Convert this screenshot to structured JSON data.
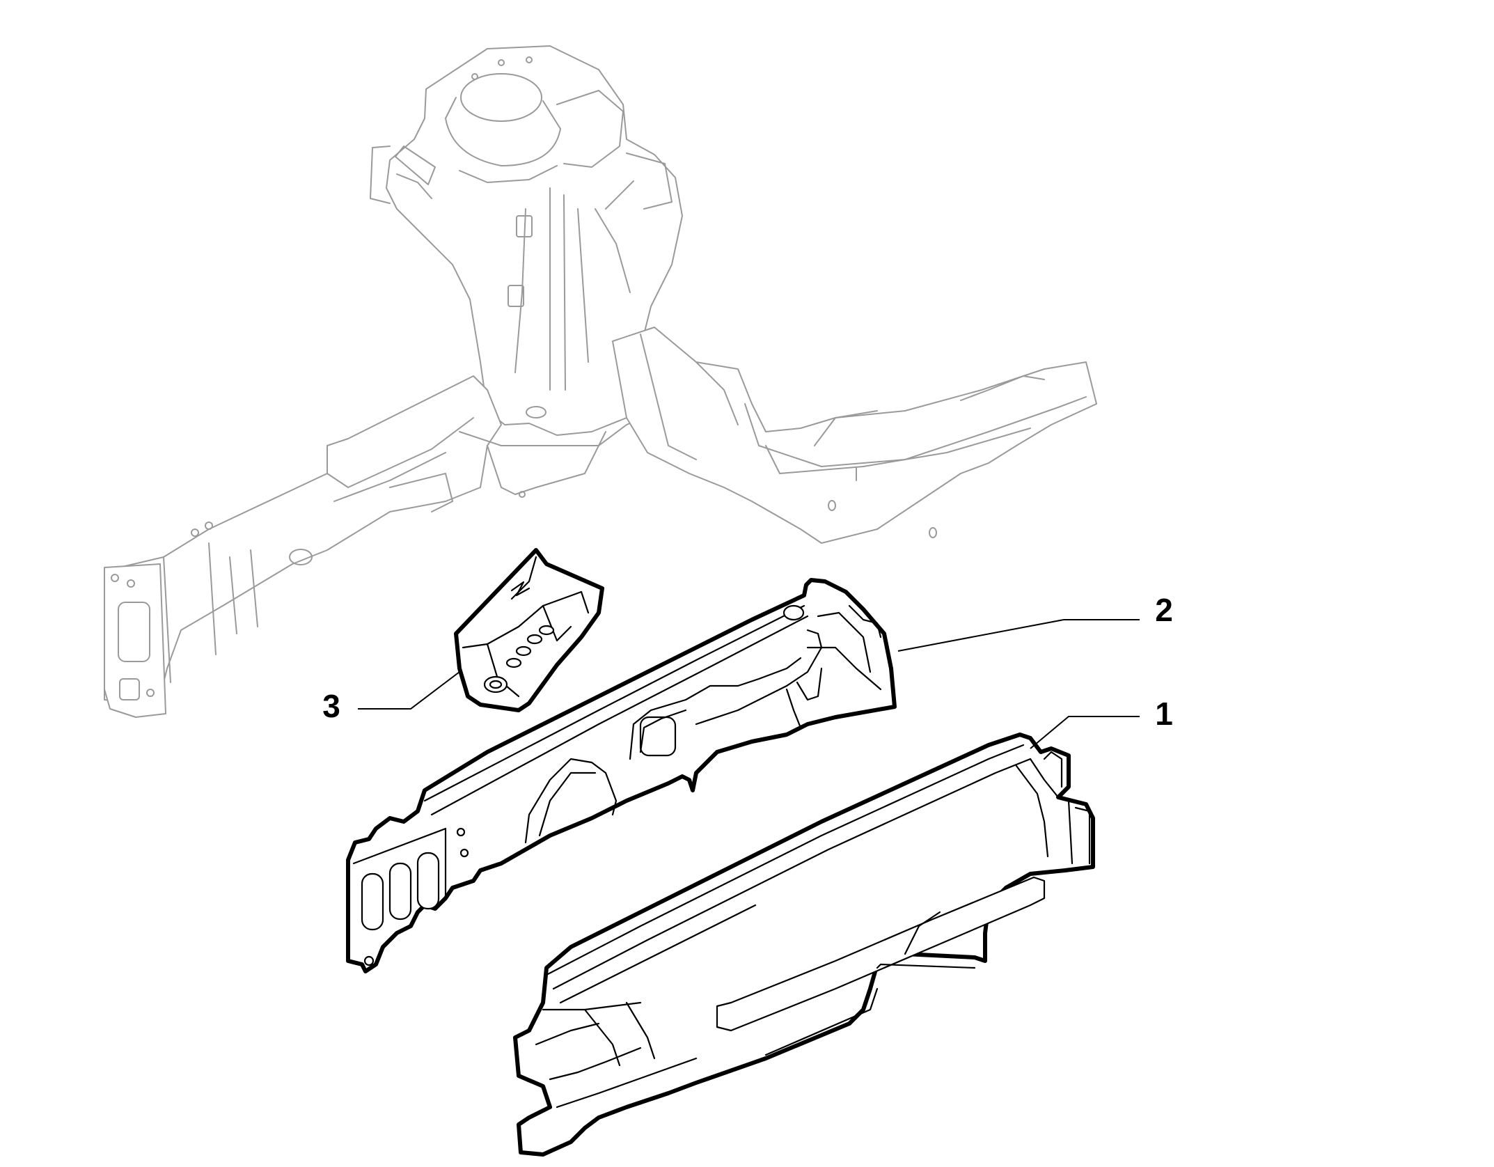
{
  "callouts": [
    {
      "id": "1",
      "label": "1"
    },
    {
      "id": "2",
      "label": "2"
    },
    {
      "id": "3",
      "label": "3"
    }
  ],
  "colors": {
    "background": "#ffffff",
    "context_line": "#9a9a9a",
    "part_line": "#000000"
  }
}
